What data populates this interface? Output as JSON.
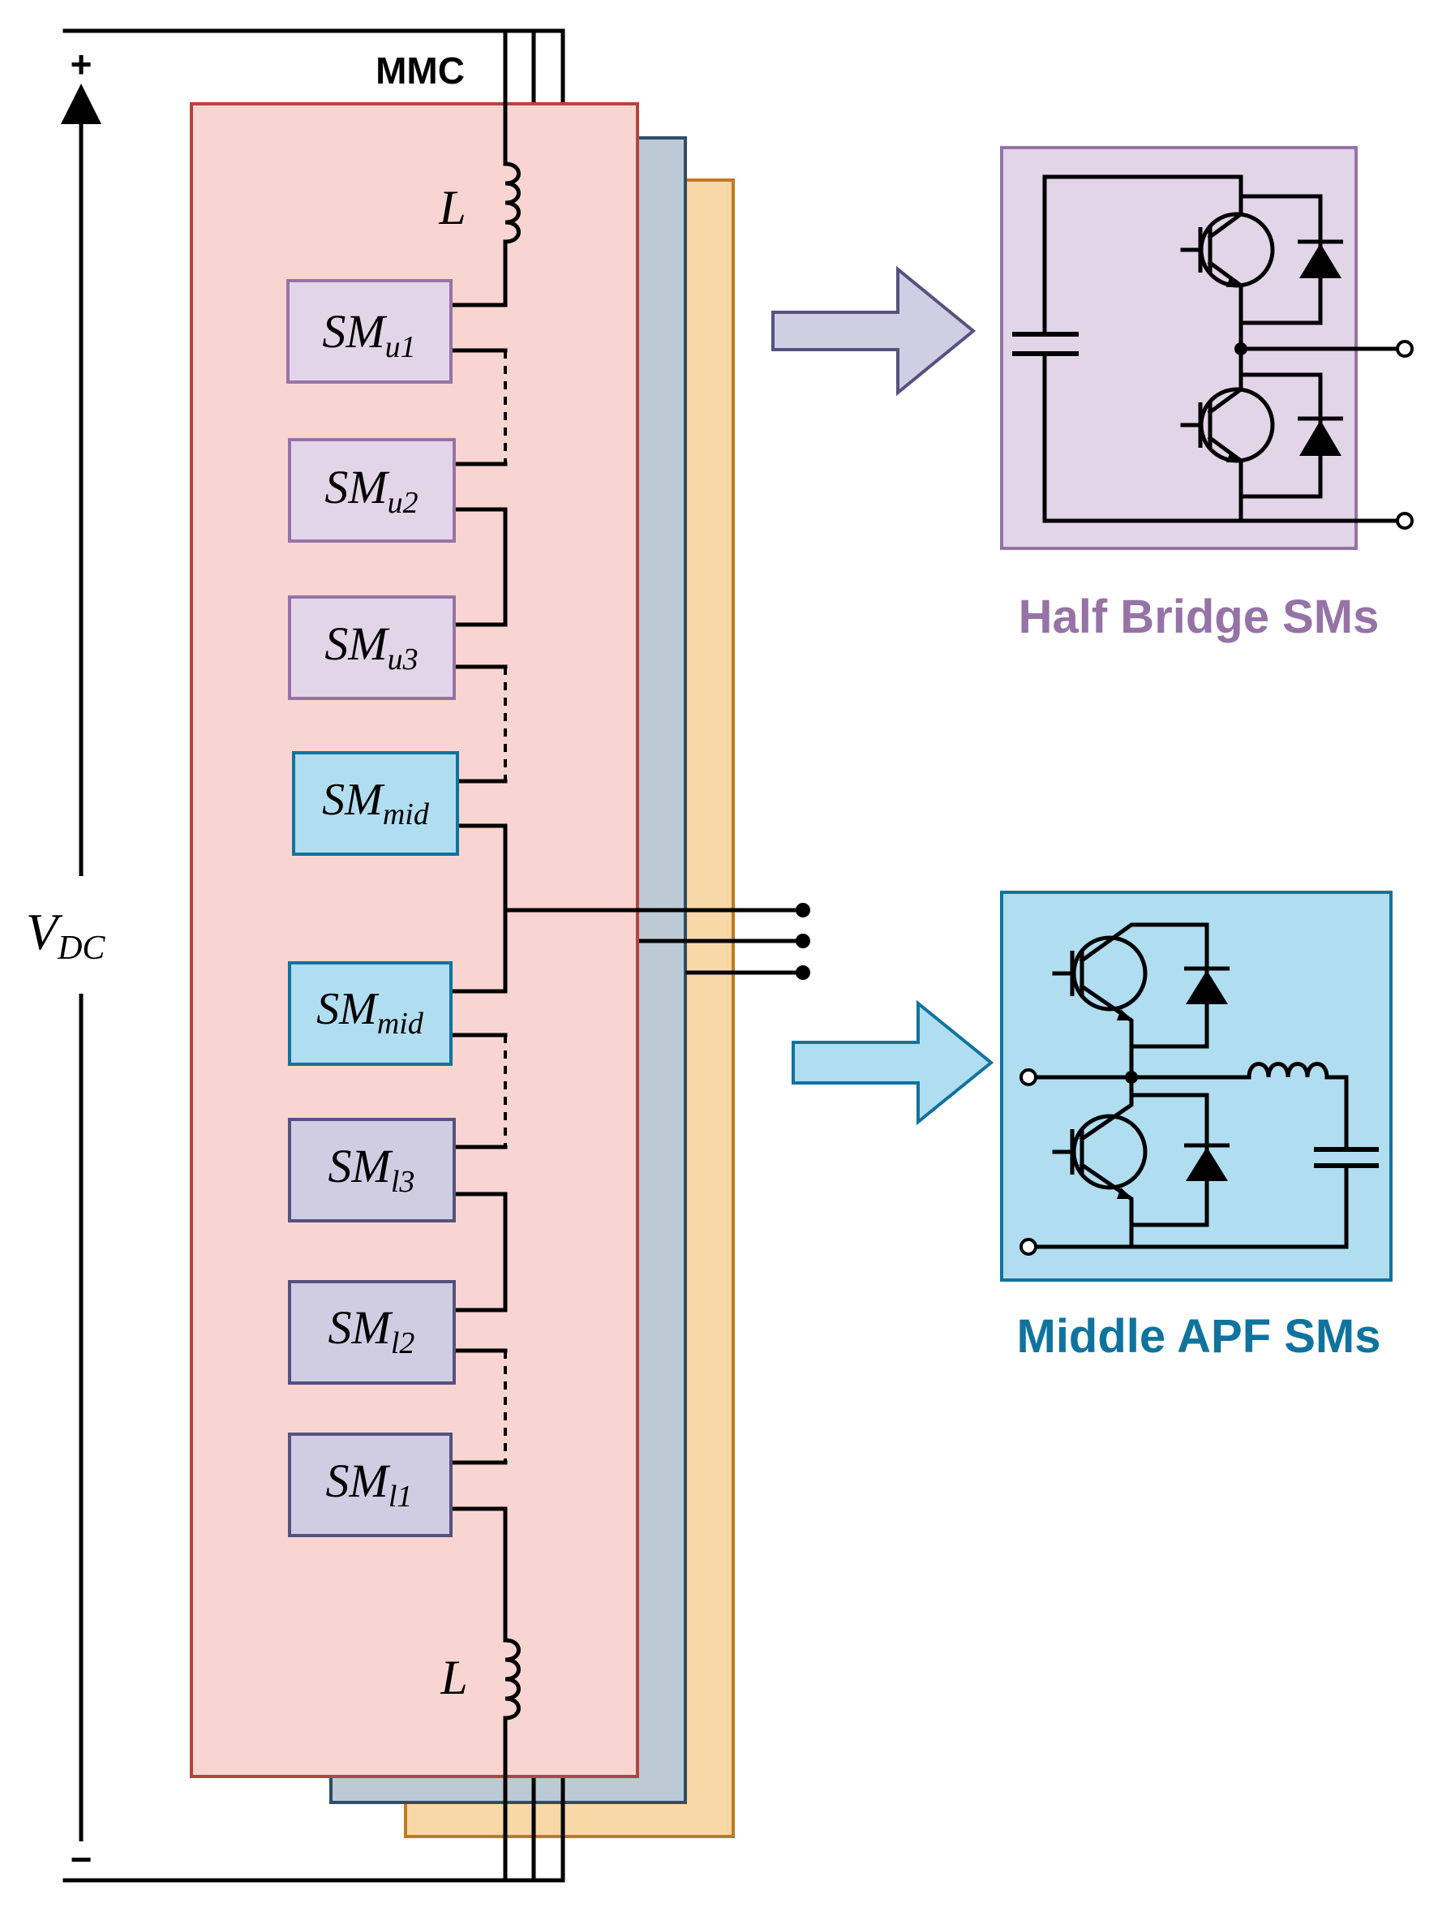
{
  "labels": {
    "mmc": "MMC",
    "plus": "+",
    "minus": "−",
    "vdc_main": "V",
    "vdc_sub": "DC",
    "inductor": "L",
    "half_bridge_title": "Half Bridge SMs",
    "middle_apf_title": "Middle APF SMs"
  },
  "submodules": [
    {
      "main": "SM",
      "sub": "u1"
    },
    {
      "main": "SM",
      "sub": "u2"
    },
    {
      "main": "SM",
      "sub": "u3"
    },
    {
      "main": "SM",
      "sub": "mid"
    },
    {
      "main": "SM",
      "sub": "mid"
    },
    {
      "main": "SM",
      "sub": "l3"
    },
    {
      "main": "SM",
      "sub": "l2"
    },
    {
      "main": "SM",
      "sub": "l1"
    }
  ],
  "colors": {
    "phase_front_fill": "#f9d5d1",
    "phase_front_stroke": "#b5453a",
    "phase_mid_fill": "#bccad5",
    "phase_mid_stroke": "#2f4c69",
    "phase_back_fill": "#f9d8a8",
    "phase_back_stroke": "#c07a22",
    "hb_fill": "#e3d5e8",
    "hb_stroke": "#9673a6",
    "lower_sm_fill": "#d0cde3",
    "lower_sm_stroke": "#56517e",
    "apf_fill": "#b1ddf0",
    "apf_stroke": "#10739e",
    "arrow_hb_fill": "#d0cee2",
    "arrow_hb_stroke": "#56517e",
    "hb_title": "#9673a6",
    "apf_title": "#10739e"
  }
}
